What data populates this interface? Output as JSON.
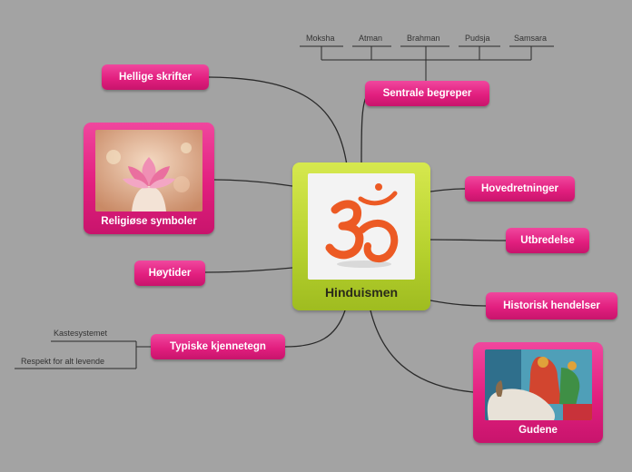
{
  "central": {
    "title": "Hinduismen",
    "image": "om-symbol"
  },
  "branches": {
    "hellige": "Hellige skrifter",
    "symboler": "Religiøse symboler",
    "hoytider": "Høytider",
    "kjennetegn": "Typiske kjennetegn",
    "begreper": "Sentrale begreper",
    "hovedretninger": "Hovedretninger",
    "utbredelse": "Utbredelse",
    "historisk": "Historisk hendelser",
    "gudene": "Gudene"
  },
  "begreper_leaves": [
    "Moksha",
    "Atman",
    "Brahman",
    "Pudsja",
    "Samsara"
  ],
  "kjennetegn_leaves": [
    "Kastesystemet",
    "Respekt for alt levende"
  ],
  "colors": {
    "background": "#a3a3a3",
    "branch": "#e21f7f",
    "central": "#b6d12e",
    "line": "#2a2a2a"
  }
}
